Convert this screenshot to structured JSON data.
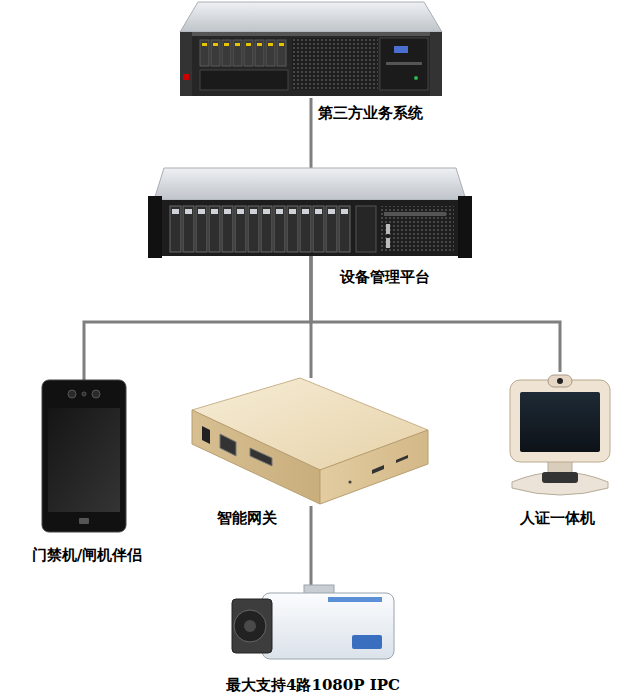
{
  "diagram": {
    "nodes": [
      {
        "text": [
          "第三方业务系统"
        ]
      },
      {
        "text": [
          "设备管理平台"
        ]
      },
      {
        "text": [
          "门禁机/闸机伴侣"
        ]
      },
      {
        "text": [
          "智能网关"
        ]
      },
      {
        "text": [
          "人证一体机"
        ]
      },
      {
        "text": [
          "最大支持4路1080P IPC"
        ]
      }
    ],
    "edges": [
      {
        "from": 0,
        "to": 1,
        "arrow": "none"
      },
      {
        "from": 1,
        "to": 2,
        "arrow": "none"
      },
      {
        "from": 1,
        "to": 3,
        "arrow": "none"
      },
      {
        "from": 1,
        "to": 4,
        "arrow": "none"
      },
      {
        "from": 3,
        "to": 5,
        "arrow": "none"
      }
    ]
  }
}
